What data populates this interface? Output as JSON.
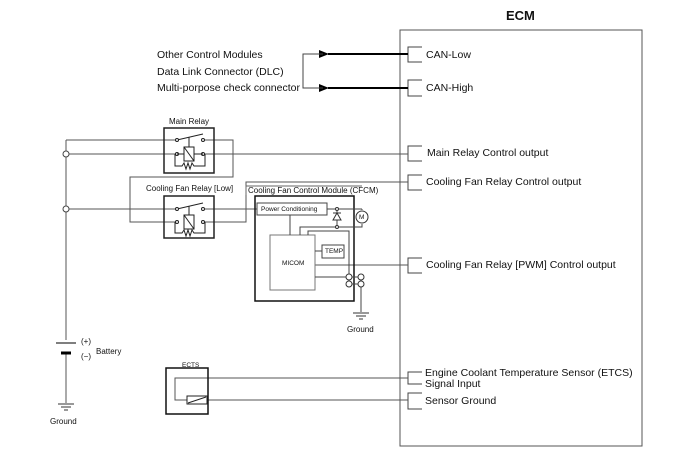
{
  "diagram": {
    "ecm": {
      "title": "ECM",
      "pins": [
        {
          "label": "CAN-Low"
        },
        {
          "label": "CAN-High"
        },
        {
          "label": "Main Relay Control output"
        },
        {
          "label": "Cooling Fan Relay Control output"
        },
        {
          "label": "Cooling Fan Relay [PWM] Control output"
        },
        {
          "label_line1": "Engine Coolant Temperature Sensor (ETCS)",
          "label_line2": "Signal Input"
        },
        {
          "label": "Sensor Ground"
        }
      ]
    },
    "can_targets": [
      "Other Control Modules",
      "Data Link Connector (DLC)",
      "Multi-porpose check connector"
    ],
    "main_relay": {
      "label": "Main Relay"
    },
    "fan_relay": {
      "label": "Cooling Fan Relay [Low]"
    },
    "cfcm": {
      "label": "Cooling Fan Control Module (CFCM)",
      "power_conditioning": "Power Conditioning",
      "micom": "MICOM",
      "temp": "TEMP",
      "motor": "M",
      "ground": "Ground"
    },
    "battery": {
      "label": "Battery",
      "plus": "(+)",
      "minus": "(−)",
      "ground": "Ground"
    },
    "ects": {
      "label": "ECTS"
    }
  }
}
